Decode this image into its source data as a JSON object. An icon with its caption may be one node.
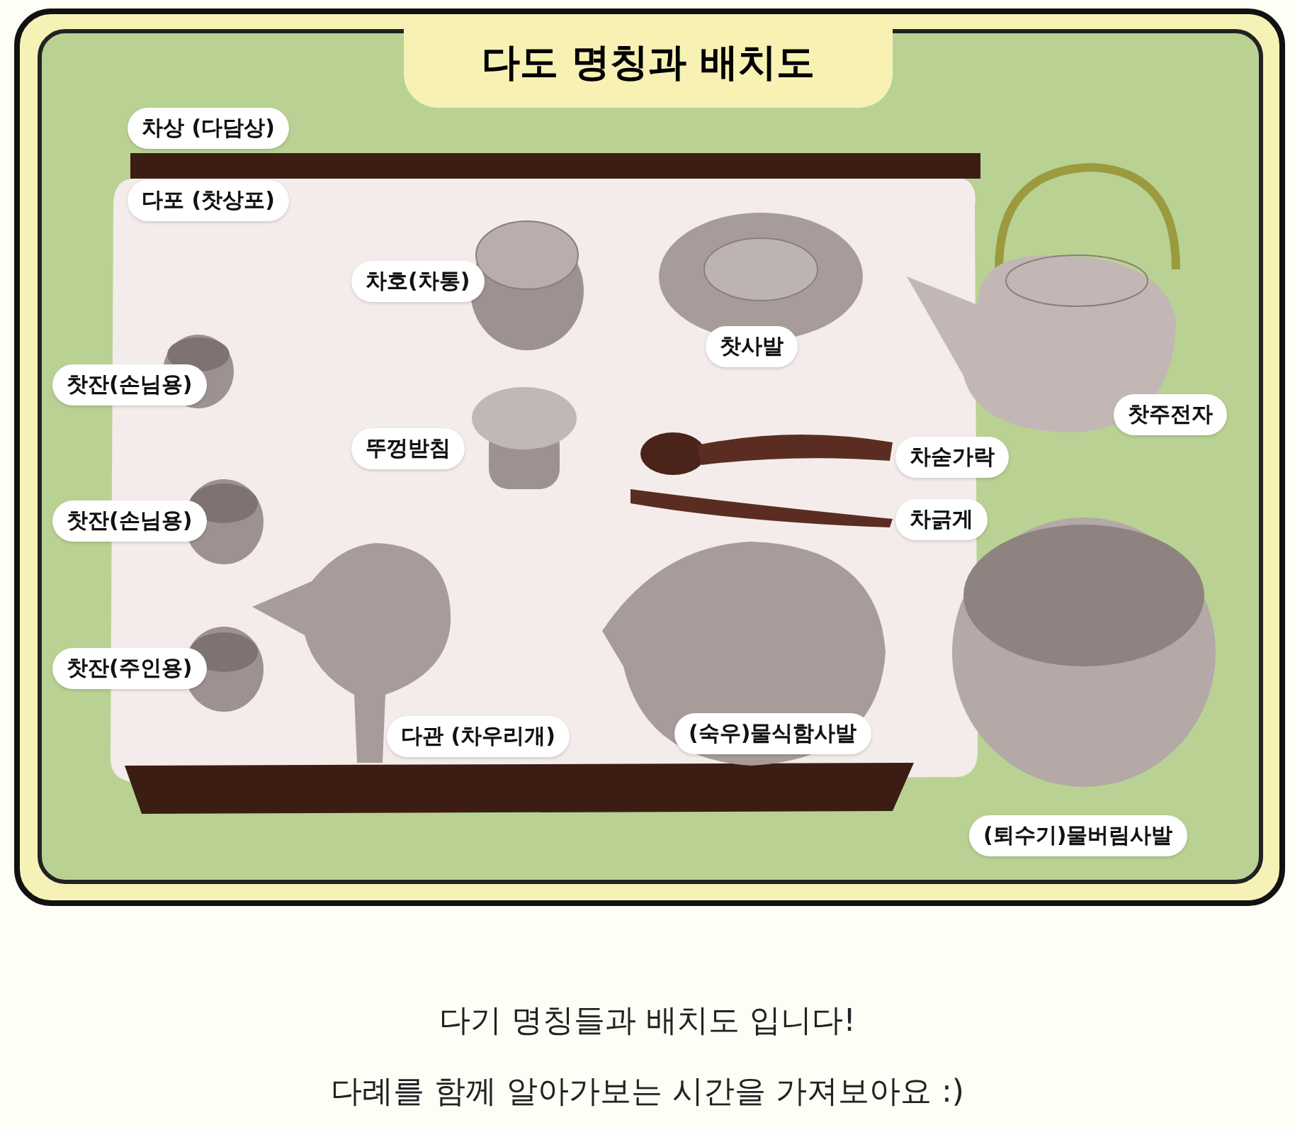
{
  "diagram": {
    "title": "다도 명칭과 배치도",
    "labels": [
      "차상 (다담상)",
      "다포 (찻상포)",
      "차호(차통)",
      "찻사발",
      "찻잔(손님용)",
      "뚜껑받침",
      "차숟가락",
      "찻주전자",
      "찻잔(손님용)",
      "차긁게",
      "찻잔(주인용)",
      "다관 (차우리개)",
      "(숙우)물식함사발",
      "(퇴수기)물버림사발",
      "다기 명칭들과 배치도 입니다!",
      "다례를 함께 알아가보는 시간을 가져보아요 :)"
    ]
  }
}
